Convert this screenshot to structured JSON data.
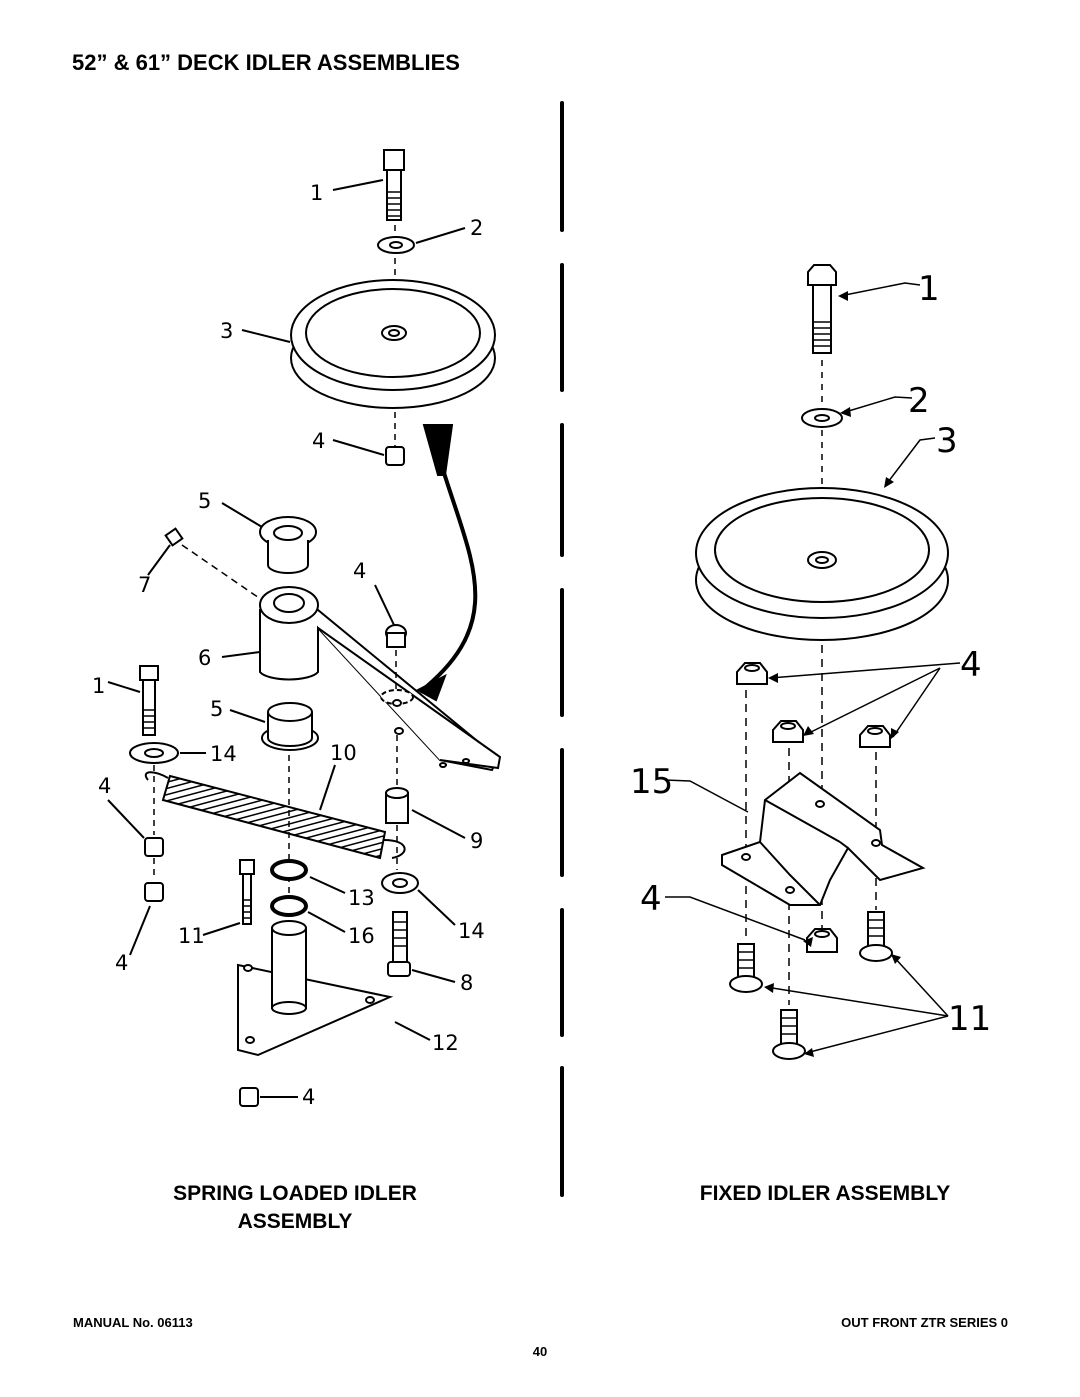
{
  "page": {
    "title": "52” & 61” DECK IDLER ASSEMBLIES",
    "footer_left": "MANUAL No. 06113",
    "footer_right": "OUT FRONT ZTR SERIES 0",
    "page_number": "40"
  },
  "spring_loaded_assembly": {
    "caption_line1": "SPRING LOADED IDLER",
    "caption_line2": "ASSEMBLY",
    "callouts": {
      "bolt_top": "1",
      "washer_top": "2",
      "pulley": "3",
      "nut_top": "4",
      "bushing_top": "5",
      "grease_fitting": "7",
      "nut_arm": "4",
      "idler_arm": "6",
      "bolt_left": "1",
      "bushing_bottom": "5",
      "washer_left": "14",
      "spring": "10",
      "nut_left_upper": "4",
      "spacer": "9",
      "snap_ring": "13",
      "washer_right": "14",
      "nut_left_lower": "4",
      "bolt_small": "11",
      "ring": "16",
      "bolt_right": "8",
      "pivot_bracket": "12",
      "nut_bottom": "4"
    }
  },
  "fixed_assembly": {
    "caption": "FIXED IDLER ASSEMBLY",
    "callouts": {
      "bolt": "1",
      "washer": "2",
      "pulley": "3",
      "nuts": "4",
      "bracket": "15",
      "nut_lower": "4",
      "carriage_bolts": "11"
    }
  }
}
